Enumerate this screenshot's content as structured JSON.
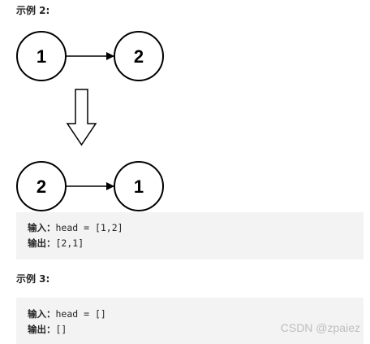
{
  "example2": {
    "heading": "示例 2:",
    "input_label": "输入：",
    "input_value": "head = [1,2]",
    "output_label": "输出：",
    "output_value": "[2,1]",
    "before_nodes": [
      "1",
      "2"
    ],
    "after_nodes": [
      "2",
      "1"
    ]
  },
  "example3": {
    "heading": "示例 3:",
    "input_label": "输入：",
    "input_value": "head = []",
    "output_label": "输出：",
    "output_value": "[]"
  },
  "watermark": "CSDN @zpaiez",
  "colors": {
    "code_bg": "#f3f3f3",
    "text": "#262626",
    "stroke": "#000000"
  }
}
